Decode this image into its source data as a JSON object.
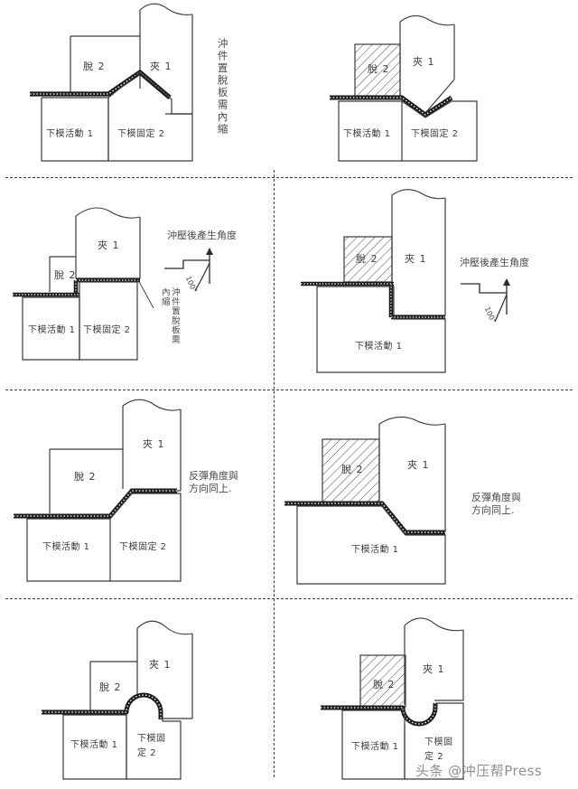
{
  "meta": {
    "title": "沖壓模具剖面示意圖 (2×4 panel technical diagram)",
    "background_color": "#ffffff",
    "line_color": "#3a3a3a",
    "strip_color": "#1a1a1a",
    "hatch_color": "#4a4a4a"
  },
  "parts": {
    "stripper": "脫",
    "stripper_num": "2",
    "clamp": "夾",
    "clamp_num": "1",
    "lower_movable": "下模活動",
    "lower_movable_num": "1",
    "lower_fixed": "下模固定",
    "lower_fixed_num": "2",
    "lower_fixed_line1": "下模固",
    "lower_fixed_line2": "定",
    "lower_fixed_line2_num": "2"
  },
  "notes": {
    "inset_vertical": "沖件置脫板需內縮",
    "inset_small": "沖件置脫板需內縮",
    "angle_after_press": "沖壓後產生角度",
    "angle_value": "100°",
    "springback": "反彈角度與\n方向同上."
  },
  "panels": [
    {
      "id": "p1",
      "row": 1,
      "col": 1,
      "form": "v-notch-up",
      "hatched_stripper": false,
      "labels": [
        "脫 2",
        "夾 1",
        "下模活動 1",
        "下模固定 2"
      ],
      "annotation": "沖件置脫板需內縮",
      "annotation_orientation": "vertical"
    },
    {
      "id": "p2",
      "row": 1,
      "col": 2,
      "form": "v-notch-down",
      "hatched_stripper": true,
      "labels": [
        "脫 2",
        "夾 1",
        "下模活動 1",
        "下模固定 2"
      ],
      "annotation": "",
      "annotation_orientation": "none"
    },
    {
      "id": "p3",
      "row": 2,
      "col": 1,
      "form": "step-down-right",
      "hatched_stripper": false,
      "labels": [
        "夾 1",
        "脫 2",
        "下模活動 1",
        "下模固定 2"
      ],
      "annotation": "沖壓後產生角度",
      "annotation_secondary": "沖件置脫板需內縮",
      "angle": "100°"
    },
    {
      "id": "p4",
      "row": 2,
      "col": 2,
      "form": "step-down-vertical",
      "hatched_stripper": true,
      "labels": [
        "脫 2",
        "夾 1",
        "下模活動 1"
      ],
      "annotation": "沖壓後產生角度",
      "angle": "100°"
    },
    {
      "id": "p5",
      "row": 3,
      "col": 1,
      "form": "ramp-down",
      "hatched_stripper": false,
      "labels": [
        "夾 1",
        "脫 2",
        "下模活動 1",
        "下模固定 2"
      ],
      "annotation": "反彈角度與\n方向同上."
    },
    {
      "id": "p6",
      "row": 3,
      "col": 2,
      "form": "ramp-down",
      "hatched_stripper": true,
      "labels": [
        "脫 2",
        "夾 1",
        "下模活動 1"
      ],
      "annotation": "反彈角度與\n方向同上."
    },
    {
      "id": "p7",
      "row": 4,
      "col": 1,
      "form": "dome-up",
      "hatched_stripper": false,
      "labels": [
        "夾 1",
        "脫 2",
        "下模活動 1",
        "下模固 定 2"
      ],
      "annotation": ""
    },
    {
      "id": "p8",
      "row": 4,
      "col": 2,
      "form": "u-groove-down",
      "hatched_stripper": true,
      "labels": [
        "脫 2",
        "夾 1",
        "下模活動 1",
        "下模固 定 2"
      ],
      "annotation": ""
    }
  ],
  "watermark": {
    "text": "头条 @冲压帮Press"
  }
}
